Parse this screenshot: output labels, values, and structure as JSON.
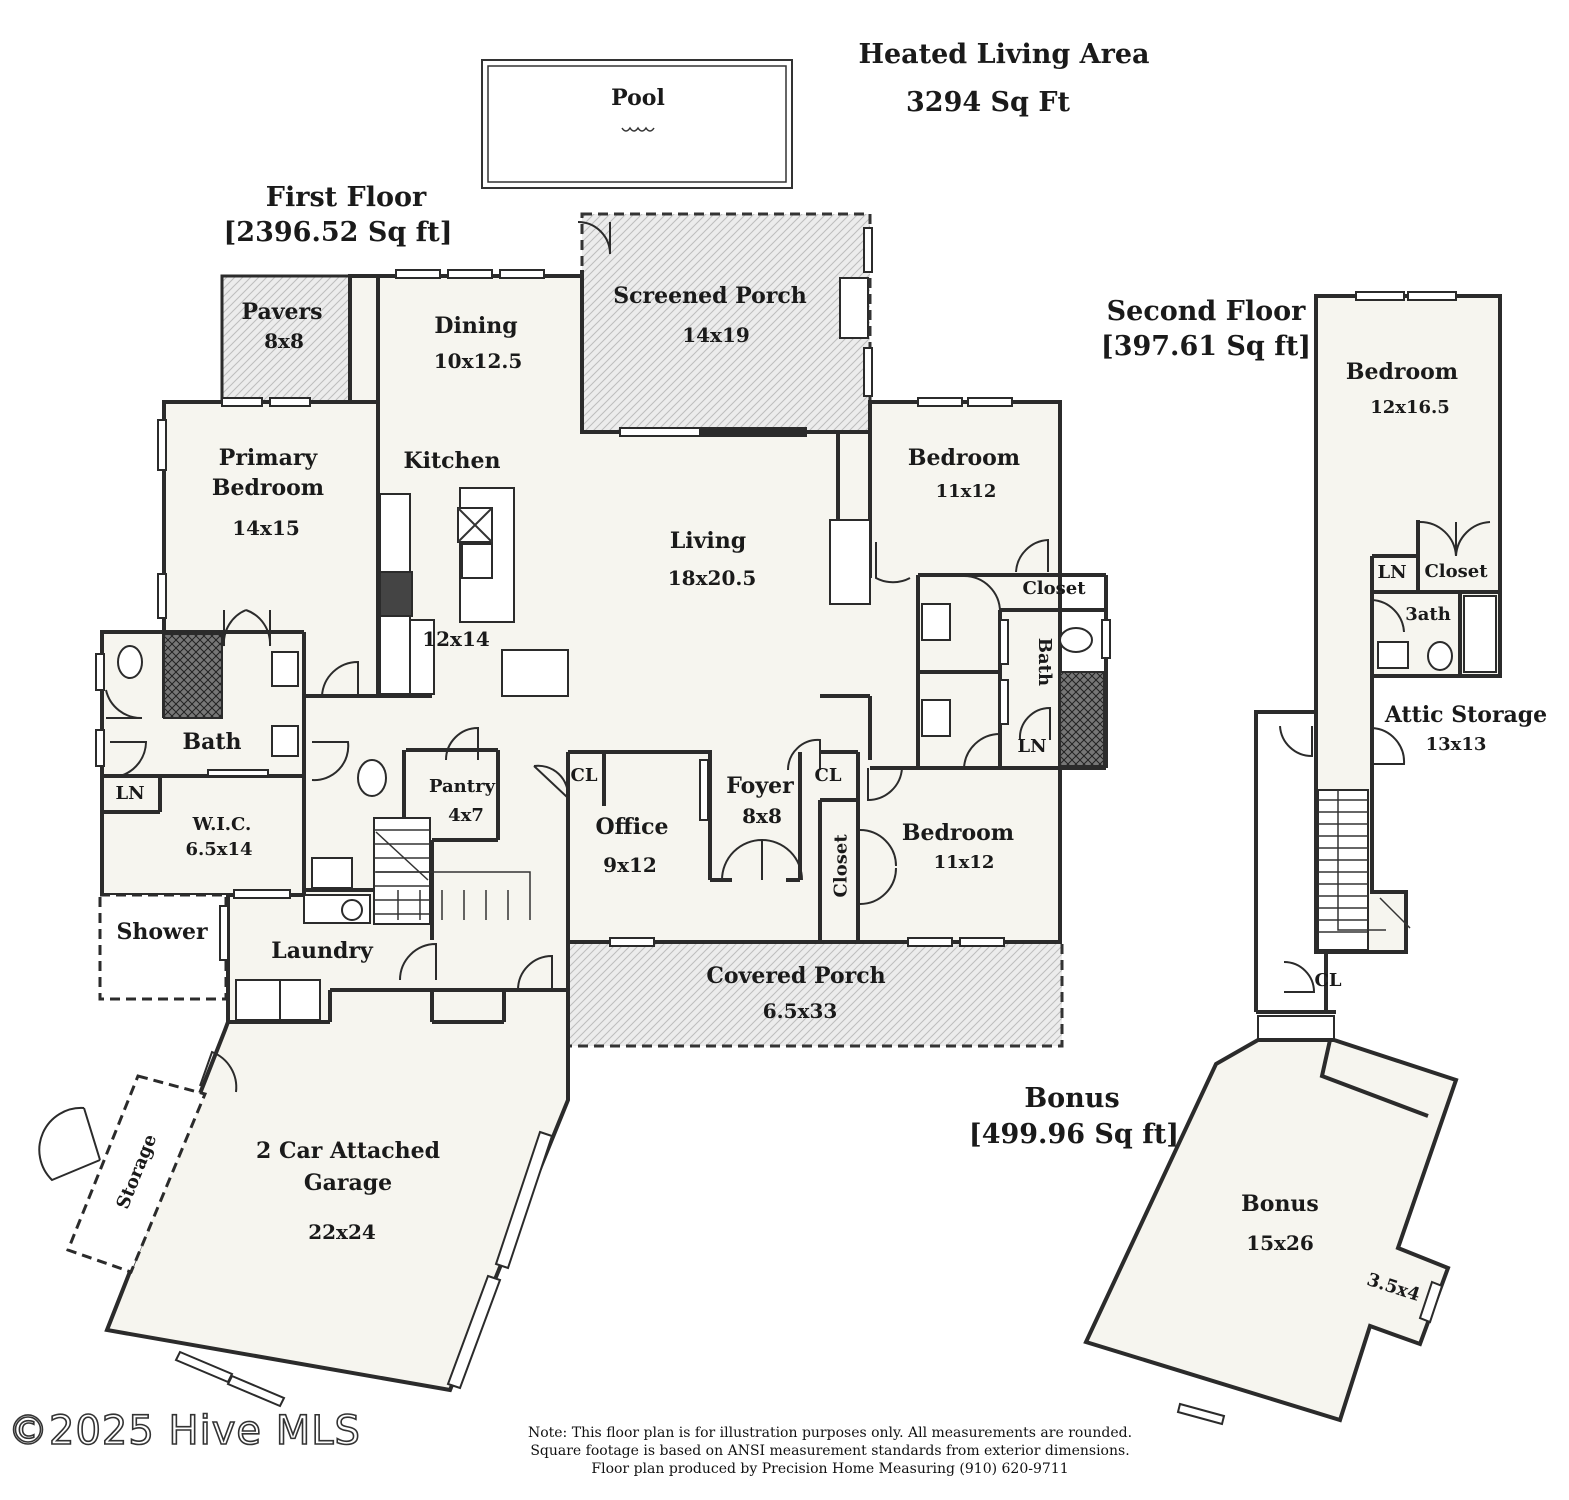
{
  "summary": {
    "title": "Heated Living Area",
    "area": "3294 Sq Ft"
  },
  "floors": {
    "first": {
      "name": "First Floor",
      "area": "[2396.52 Sq ft]"
    },
    "second": {
      "name": "Second Floor",
      "area": "[397.61 Sq ft]"
    },
    "bonus": {
      "name": "Bonus",
      "area": "[499.96 Sq ft]"
    }
  },
  "rooms": {
    "pool": {
      "name": "Pool"
    },
    "pavers": {
      "name": "Pavers",
      "dim": "8x8"
    },
    "dining": {
      "name": "Dining",
      "dim": "10x12.5"
    },
    "screened_porch": {
      "name": "Screened Porch",
      "dim": "14x19"
    },
    "primary_bedroom": {
      "name_line1": "Primary",
      "name_line2": "Bedroom",
      "dim": "14x15"
    },
    "kitchen": {
      "name": "Kitchen",
      "dim": "12x14"
    },
    "living": {
      "name": "Living",
      "dim": "18x20.5"
    },
    "bedroom_ne": {
      "name": "Bedroom",
      "dim": "11x12"
    },
    "closet_ne": {
      "name": "Closet"
    },
    "bath_ne": {
      "name": "Bath"
    },
    "ln_ne": {
      "name": "LN"
    },
    "primary_bath": {
      "name": "Bath"
    },
    "ln_primary": {
      "name": "LN"
    },
    "wic": {
      "name": "W.I.C.",
      "dim": "6.5x14"
    },
    "pantry": {
      "name": "Pantry",
      "dim": "4x7"
    },
    "cl_office": {
      "name": "CL"
    },
    "office": {
      "name": "Office",
      "dim": "9x12"
    },
    "foyer": {
      "name": "Foyer",
      "dim": "8x8"
    },
    "cl_foyer": {
      "name": "CL"
    },
    "bedroom_se": {
      "name": "Bedroom",
      "dim": "11x12"
    },
    "closet_se": {
      "name": "Closet"
    },
    "shower": {
      "name": "Shower"
    },
    "laundry": {
      "name": "Laundry"
    },
    "covered_porch": {
      "name": "Covered Porch",
      "dim": "6.5x33"
    },
    "garage": {
      "name_line1": "2 Car Attached",
      "name_line2": "Garage",
      "dim": "22x24"
    },
    "storage": {
      "name": "Storage"
    },
    "bedroom_upper": {
      "name": "Bedroom",
      "dim": "12x16.5"
    },
    "ln_upper": {
      "name": "LN"
    },
    "closet_upper": {
      "name": "Closet"
    },
    "bath_upper": {
      "name": "3ath"
    },
    "attic_storage": {
      "name": "Attic Storage",
      "dim": "13x13"
    },
    "cl_upper": {
      "name": "CL"
    },
    "bonus_room": {
      "name": "Bonus",
      "dim": "15x26"
    },
    "bonus_alcove": {
      "dim": "3.5x4"
    }
  },
  "note": {
    "line1": "Note: This floor plan is for illustration purposes only. All measurements are rounded.",
    "line2": "Square footage is based on ANSI measurement standards from exterior dimensions.",
    "line3": "Floor plan produced by Precision Home Measuring (910) 620-9711"
  },
  "watermark": "©2025 Hive MLS",
  "colors": {
    "wall": "#2b2b2b",
    "floor": "#f6f5ef",
    "porch_hatch": "#d9d9d9",
    "background": "#ffffff"
  }
}
